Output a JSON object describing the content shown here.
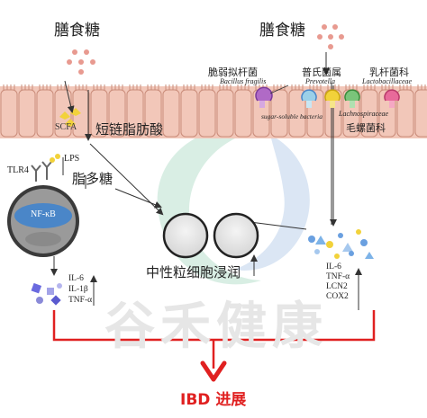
{
  "colors": {
    "epithelium": "#f2c7b9",
    "epithelium_edge": "#c98c7a",
    "arrow_red": "#e02020",
    "watermark_green": "#2ea36a",
    "watermark_blue": "#3b78c4",
    "nfkb_blue": "#4a86c8",
    "cell_grey": "#9a9a9a"
  },
  "left": {
    "diet_label": "膳食糖",
    "scfa_label": "SCFA",
    "scfa_text": "短链脂肪酸",
    "lps_label": "LPS",
    "tlr4_label": "TLR4",
    "lps_text": "脂多糖",
    "nfkb_label": "NF-κB",
    "cytokines": [
      "IL-6",
      "IL-1β",
      "TNF-α"
    ]
  },
  "right": {
    "diet_label": "膳食糖",
    "bacteria": [
      {
        "zh": "脆弱拟杆菌",
        "latin": "Bacillus fragilis",
        "icon": "bacteroides-fragilis-icon"
      },
      {
        "zh": "普氏菌属",
        "latin": "Prevotella",
        "icon": "prevotella-icon"
      },
      {
        "zh": "乳杆菌科",
        "latin": "Lactobacillaceae",
        "icon": "lactobacillaceae-icon"
      }
    ],
    "sugar_soluble": "sugar-soluble bacteria",
    "lachno_latin": "Lachnospiraceae",
    "lachno_zh": "毛螺菌科",
    "cytokines": [
      "IL-6",
      "TNF-α",
      "LCN2",
      "COX2"
    ]
  },
  "center": {
    "neutrophil_label": "中性粒细胞浸润"
  },
  "outcome": {
    "label": "IBD 进展"
  },
  "watermark": {
    "text": "谷禾健康"
  }
}
